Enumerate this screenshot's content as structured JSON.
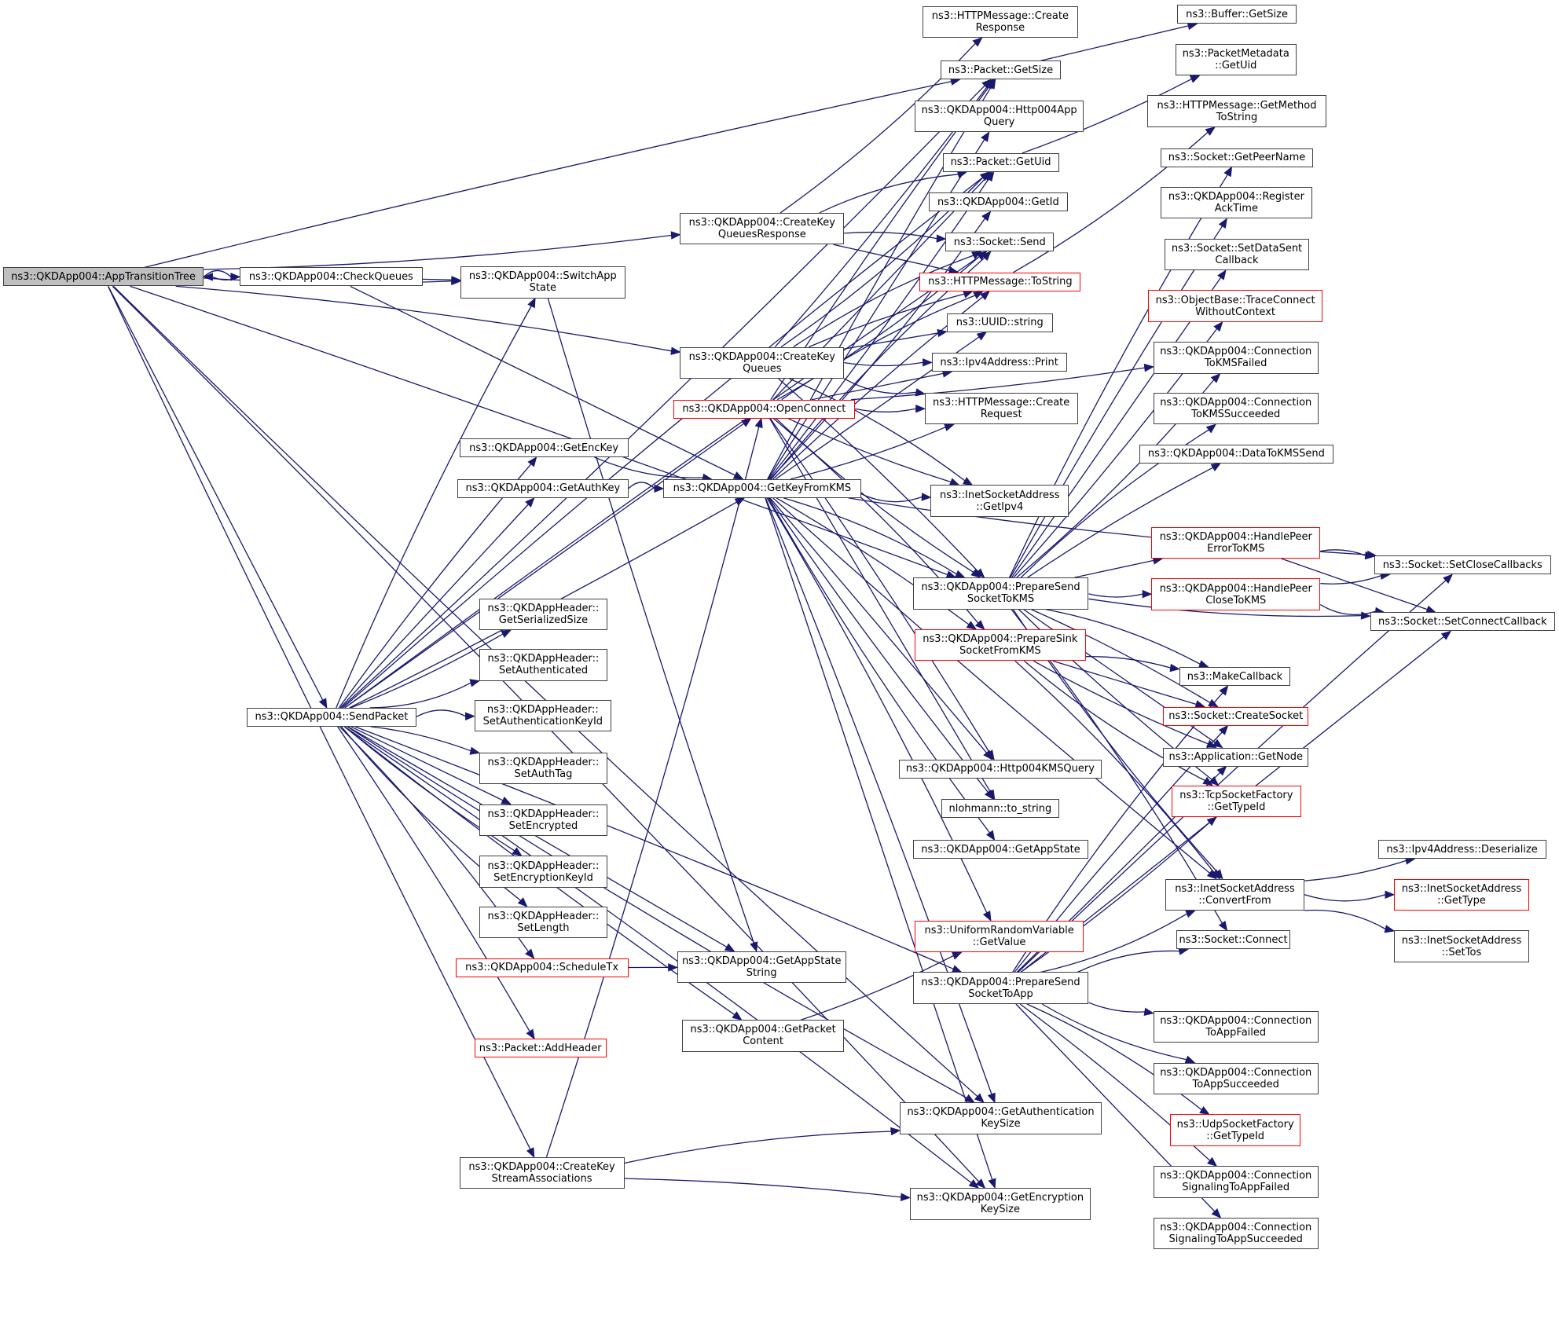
{
  "diagram": {
    "type": "doxygen-call-graph",
    "root": "AppTransitionTree",
    "colors": {
      "edge": "#191970",
      "node_border": "#404040",
      "incomplete_border": "#ff0000",
      "root_fill": "#bfbfbf"
    },
    "nodes": [
      {
        "id": "AppTransitionTree",
        "label": "ns3::QKDApp004::AppTransitionTree",
        "root": true
      },
      {
        "id": "CheckQueues",
        "label": "ns3::QKDApp004::CheckQueues"
      },
      {
        "id": "SwitchAppState",
        "label": "ns3::QKDApp004::SwitchApp\nState"
      },
      {
        "id": "CreateKeyQueuesResponse",
        "label": "ns3::QKDApp004::CreateKey\nQueuesResponse"
      },
      {
        "id": "CreateKeyQueues",
        "label": "ns3::QKDApp004::CreateKey\nQueues"
      },
      {
        "id": "OpenConnect",
        "label": "ns3::QKDApp004::OpenConnect",
        "red": true
      },
      {
        "id": "GetEncKey",
        "label": "ns3::QKDApp004::GetEncKey"
      },
      {
        "id": "GetAuthKey",
        "label": "ns3::QKDApp004::GetAuthKey"
      },
      {
        "id": "GetKeyFromKMS",
        "label": "ns3::QKDApp004::GetKeyFromKMS"
      },
      {
        "id": "SendPacket",
        "label": "ns3::QKDApp004::SendPacket"
      },
      {
        "id": "GetSerializedSize",
        "label": "ns3::QKDAppHeader::\nGetSerializedSize"
      },
      {
        "id": "SetAuthenticated",
        "label": "ns3::QKDAppHeader::\nSetAuthenticated"
      },
      {
        "id": "SetAuthenticationKeyId",
        "label": "ns3::QKDAppHeader::\nSetAuthenticationKeyId"
      },
      {
        "id": "SetAuthTag",
        "label": "ns3::QKDAppHeader::\nSetAuthTag"
      },
      {
        "id": "SetEncrypted",
        "label": "ns3::QKDAppHeader::\nSetEncrypted"
      },
      {
        "id": "SetEncryptionKeyId",
        "label": "ns3::QKDAppHeader::\nSetEncryptionKeyId"
      },
      {
        "id": "SetLength",
        "label": "ns3::QKDAppHeader::\nSetLength"
      },
      {
        "id": "ScheduleTx",
        "label": "ns3::QKDApp004::ScheduleTx",
        "red": true
      },
      {
        "id": "AddHeader",
        "label": "ns3::Packet::AddHeader",
        "red": true
      },
      {
        "id": "CreateKeyStreamAssociations",
        "label": "ns3::QKDApp004::CreateKey\nStreamAssociations"
      },
      {
        "id": "GetAppStateString",
        "label": "ns3::QKDApp004::GetAppState\nString"
      },
      {
        "id": "GetPacketContent",
        "label": "ns3::QKDApp004::GetPacket\nContent"
      },
      {
        "id": "CreateResponse",
        "label": "ns3::HTTPMessage::Create\nResponse"
      },
      {
        "id": "PacketGetSize",
        "label": "ns3::Packet::GetSize"
      },
      {
        "id": "Http004AppQuery",
        "label": "ns3::QKDApp004::Http004App\nQuery"
      },
      {
        "id": "PacketGetUid",
        "label": "ns3::Packet::GetUid"
      },
      {
        "id": "GetId",
        "label": "ns3::QKDApp004::GetId"
      },
      {
        "id": "SocketSend",
        "label": "ns3::Socket::Send"
      },
      {
        "id": "HTTPToString",
        "label": "ns3::HTTPMessage::ToString",
        "red": true
      },
      {
        "id": "UUIDString",
        "label": "ns3::UUID::string"
      },
      {
        "id": "Ipv4Print",
        "label": "ns3::Ipv4Address::Print"
      },
      {
        "id": "CreateRequest",
        "label": "ns3::HTTPMessage::Create\nRequest"
      },
      {
        "id": "GetIpv4",
        "label": "ns3::InetSocketAddress\n::GetIpv4"
      },
      {
        "id": "PrepareSendSocketToKMS",
        "label": "ns3::QKDApp004::PrepareSend\nSocketToKMS"
      },
      {
        "id": "PrepareSinkSocketFromKMS",
        "label": "ns3::QKDApp004::PrepareSink\nSocketFromKMS",
        "red": true
      },
      {
        "id": "Http004KMSQuery",
        "label": "ns3::QKDApp004::Http004KMSQuery"
      },
      {
        "id": "ToStringNl",
        "label": "nlohmann::to_string"
      },
      {
        "id": "GetAppState",
        "label": "ns3::QKDApp004::GetAppState"
      },
      {
        "id": "URVGetValue",
        "label": "ns3::UniformRandomVariable\n::GetValue",
        "red": true
      },
      {
        "id": "PrepareSendSocketToApp",
        "label": "ns3::QKDApp004::PrepareSend\nSocketToApp"
      },
      {
        "id": "GetAuthKeySize",
        "label": "ns3::QKDApp004::GetAuthentication\nKeySize"
      },
      {
        "id": "GetEncKeySize",
        "label": "ns3::QKDApp004::GetEncryption\nKeySize"
      },
      {
        "id": "BufferGetSize",
        "label": "ns3::Buffer::GetSize"
      },
      {
        "id": "MetadataGetUid",
        "label": "ns3::PacketMetadata\n::GetUid"
      },
      {
        "id": "GetMethodToString",
        "label": "ns3::HTTPMessage::GetMethod\nToString"
      },
      {
        "id": "GetPeerName",
        "label": "ns3::Socket::GetPeerName"
      },
      {
        "id": "RegisterAckTime",
        "label": "ns3::QKDApp004::Register\nAckTime"
      },
      {
        "id": "SetDataSentCallback",
        "label": "ns3::Socket::SetDataSent\nCallback"
      },
      {
        "id": "TraceConnect",
        "label": "ns3::ObjectBase::TraceConnect\nWithoutContext",
        "red": true
      },
      {
        "id": "ConnToKMSFailed",
        "label": "ns3::QKDApp004::Connection\nToKMSFailed"
      },
      {
        "id": "ConnToKMSSucceeded",
        "label": "ns3::QKDApp004::Connection\nToKMSSucceeded"
      },
      {
        "id": "DataToKMSSend",
        "label": "ns3::QKDApp004::DataToKMSSend"
      },
      {
        "id": "HandlePeerError",
        "label": "ns3::QKDApp004::HandlePeer\nErrorToKMS",
        "red": true
      },
      {
        "id": "HandlePeerClose",
        "label": "ns3::QKDApp004::HandlePeer\nCloseToKMS",
        "red": true
      },
      {
        "id": "MakeCallback",
        "label": "ns3::MakeCallback"
      },
      {
        "id": "CreateSocket",
        "label": "ns3::Socket::CreateSocket",
        "red": true
      },
      {
        "id": "GetNode",
        "label": "ns3::Application::GetNode"
      },
      {
        "id": "TcpGetTypeId",
        "label": "ns3::TcpSocketFactory\n::GetTypeId",
        "red": true
      },
      {
        "id": "ConvertFrom",
        "label": "ns3::InetSocketAddress\n::ConvertFrom"
      },
      {
        "id": "SocketConnect",
        "label": "ns3::Socket::Connect"
      },
      {
        "id": "ConnToAppFailed",
        "label": "ns3::QKDApp004::Connection\nToAppFailed"
      },
      {
        "id": "ConnToAppSucceeded",
        "label": "ns3::QKDApp004::Connection\nToAppSucceeded"
      },
      {
        "id": "UdpGetTypeId",
        "label": "ns3::UdpSocketFactory\n::GetTypeId",
        "red": true
      },
      {
        "id": "ConnSigFailed",
        "label": "ns3::QKDApp004::Connection\nSignalingToAppFailed"
      },
      {
        "id": "ConnSigSucceeded",
        "label": "ns3::QKDApp004::Connection\nSignalingToAppSucceeded"
      },
      {
        "id": "SetCloseCallbacks",
        "label": "ns3::Socket::SetCloseCallbacks"
      },
      {
        "id": "SetConnectCallback",
        "label": "ns3::Socket::SetConnectCallback"
      },
      {
        "id": "Ipv4Deserialize",
        "label": "ns3::Ipv4Address::Deserialize"
      },
      {
        "id": "InetGetType",
        "label": "ns3::InetSocketAddress\n::GetType",
        "red": true
      },
      {
        "id": "InetSetTos",
        "label": "ns3::InetSocketAddress\n::SetTos"
      }
    ],
    "edges": [
      [
        "AppTransitionTree",
        "CheckQueues"
      ],
      [
        "CheckQueues",
        "AppTransitionTree"
      ],
      [
        "CheckQueues",
        "SwitchAppState"
      ],
      [
        "AppTransitionTree",
        "SwitchAppState"
      ],
      [
        "AppTransitionTree",
        "CreateKeyQueuesResponse"
      ],
      [
        "AppTransitionTree",
        "CreateKeyQueues"
      ],
      [
        "AppTransitionTree",
        "PacketGetSize"
      ],
      [
        "AppTransitionTree",
        "SendPacket"
      ],
      [
        "AppTransitionTree",
        "CreateKeyStreamAssociations"
      ],
      [
        "AppTransitionTree",
        "GetAuthKeySize"
      ],
      [
        "AppTransitionTree",
        "GetEncKeySize"
      ],
      [
        "AppTransitionTree",
        "PrepareSendSocketToKMS"
      ],
      [
        "CheckQueues",
        "GetKeyFromKMS"
      ],
      [
        "SwitchAppState",
        "GetAppStateString"
      ],
      [
        "CreateKeyQueuesResponse",
        "CreateResponse"
      ],
      [
        "CreateKeyQueuesResponse",
        "PacketGetUid"
      ],
      [
        "CreateKeyQueuesResponse",
        "SocketSend"
      ],
      [
        "CreateKeyQueuesResponse",
        "HTTPToString"
      ],
      [
        "CreateKeyQueues",
        "PacketGetSize"
      ],
      [
        "CreateKeyQueues",
        "PacketGetUid"
      ],
      [
        "CreateKeyQueues",
        "SocketSend"
      ],
      [
        "CreateKeyQueues",
        "HTTPToString"
      ],
      [
        "CreateKeyQueues",
        "UUIDString"
      ],
      [
        "CreateKeyQueues",
        "Ipv4Print"
      ],
      [
        "CreateKeyQueues",
        "CreateRequest"
      ],
      [
        "CreateKeyQueues",
        "GetIpv4"
      ],
      [
        "CreateKeyQueues",
        "PrepareSendSocketToKMS"
      ],
      [
        "OpenConnect",
        "Ipv4Print"
      ],
      [
        "OpenConnect",
        "CreateRequest"
      ],
      [
        "OpenConnect",
        "SocketSend"
      ],
      [
        "OpenConnect",
        "HTTPToString"
      ],
      [
        "OpenConnect",
        "PacketGetSize"
      ],
      [
        "OpenConnect",
        "PacketGetUid"
      ],
      [
        "OpenConnect",
        "GetIpv4"
      ],
      [
        "OpenConnect",
        "PrepareSendSocketToKMS"
      ],
      [
        "OpenConnect",
        "PrepareSinkSocketFromKMS"
      ],
      [
        "OpenConnect",
        "Http004KMSQuery"
      ],
      [
        "OpenConnect",
        "ToStringNl"
      ],
      [
        "OpenConnect",
        "ConnToKMSFailed"
      ],
      [
        "GetEncKey",
        "GetKeyFromKMS"
      ],
      [
        "GetAuthKey",
        "GetKeyFromKMS"
      ],
      [
        "GetKeyFromKMS",
        "PacketGetSize"
      ],
      [
        "GetKeyFromKMS",
        "Http004AppQuery"
      ],
      [
        "GetKeyFromKMS",
        "PacketGetUid"
      ],
      [
        "GetKeyFromKMS",
        "GetId"
      ],
      [
        "GetKeyFromKMS",
        "SocketSend"
      ],
      [
        "GetKeyFromKMS",
        "HTTPToString"
      ],
      [
        "GetKeyFromKMS",
        "UUIDString"
      ],
      [
        "GetKeyFromKMS",
        "CreateRequest"
      ],
      [
        "GetKeyFromKMS",
        "GetIpv4"
      ],
      [
        "GetKeyFromKMS",
        "PrepareSendSocketToKMS"
      ],
      [
        "GetKeyFromKMS",
        "PrepareSinkSocketFromKMS"
      ],
      [
        "GetKeyFromKMS",
        "Http004KMSQuery"
      ],
      [
        "GetKeyFromKMS",
        "ToStringNl"
      ],
      [
        "GetKeyFromKMS",
        "GetAppState"
      ],
      [
        "GetKeyFromKMS",
        "URVGetValue"
      ],
      [
        "GetKeyFromKMS",
        "GetAuthKeySize"
      ],
      [
        "GetKeyFromKMS",
        "GetEncKeySize"
      ],
      [
        "GetKeyFromKMS",
        "ConvertFrom"
      ],
      [
        "GetKeyFromKMS",
        "SetCloseCallbacks"
      ],
      [
        "SendPacket",
        "SwitchAppState"
      ],
      [
        "SendPacket",
        "GetEncKey"
      ],
      [
        "SendPacket",
        "GetAuthKey"
      ],
      [
        "SendPacket",
        "GetKeyFromKMS"
      ],
      [
        "SendPacket",
        "PacketGetSize"
      ],
      [
        "SendPacket",
        "PacketGetUid"
      ],
      [
        "SendPacket",
        "SocketSend"
      ],
      [
        "SendPacket",
        "OpenConnect"
      ],
      [
        "SendPacket",
        "GetSerializedSize"
      ],
      [
        "SendPacket",
        "SetAuthenticated"
      ],
      [
        "SendPacket",
        "SetAuthenticationKeyId"
      ],
      [
        "SendPacket",
        "SetAuthTag"
      ],
      [
        "SendPacket",
        "SetEncrypted"
      ],
      [
        "SendPacket",
        "SetEncryptionKeyId"
      ],
      [
        "SendPacket",
        "SetLength"
      ],
      [
        "SendPacket",
        "ScheduleTx"
      ],
      [
        "SendPacket",
        "AddHeader"
      ],
      [
        "SendPacket",
        "GetAppStateString"
      ],
      [
        "SendPacket",
        "GetPacketContent"
      ],
      [
        "SendPacket",
        "GetAuthKeySize"
      ],
      [
        "SendPacket",
        "GetEncKeySize"
      ],
      [
        "SendPacket",
        "PrepareSendSocketToApp"
      ],
      [
        "ScheduleTx",
        "GetAppStateString"
      ],
      [
        "GetPacketContent",
        "URVGetValue"
      ],
      [
        "CreateKeyStreamAssociations",
        "OpenConnect"
      ],
      [
        "CreateKeyStreamAssociations",
        "GetAuthKeySize"
      ],
      [
        "CreateKeyStreamAssociations",
        "GetEncKeySize"
      ],
      [
        "PacketGetSize",
        "BufferGetSize"
      ],
      [
        "PacketGetUid",
        "MetadataGetUid"
      ],
      [
        "HTTPToString",
        "GetMethodToString"
      ],
      [
        "PrepareSendSocketToKMS",
        "GetPeerName"
      ],
      [
        "PrepareSendSocketToKMS",
        "RegisterAckTime"
      ],
      [
        "PrepareSendSocketToKMS",
        "SetDataSentCallback"
      ],
      [
        "PrepareSendSocketToKMS",
        "TraceConnect"
      ],
      [
        "PrepareSendSocketToKMS",
        "ConnToKMSFailed"
      ],
      [
        "PrepareSendSocketToKMS",
        "ConnToKMSSucceeded"
      ],
      [
        "PrepareSendSocketToKMS",
        "DataToKMSSend"
      ],
      [
        "PrepareSendSocketToKMS",
        "HandlePeerError"
      ],
      [
        "PrepareSendSocketToKMS",
        "HandlePeerClose"
      ],
      [
        "PrepareSendSocketToKMS",
        "SetConnectCallback"
      ],
      [
        "PrepareSendSocketToKMS",
        "MakeCallback"
      ],
      [
        "PrepareSendSocketToKMS",
        "CreateSocket"
      ],
      [
        "PrepareSendSocketToKMS",
        "GetNode"
      ],
      [
        "PrepareSendSocketToKMS",
        "TcpGetTypeId"
      ],
      [
        "PrepareSendSocketToKMS",
        "ConvertFrom"
      ],
      [
        "PrepareSendSocketToKMS",
        "SocketConnect"
      ],
      [
        "PrepareSinkSocketFromKMS",
        "MakeCallback"
      ],
      [
        "PrepareSinkSocketFromKMS",
        "CreateSocket"
      ],
      [
        "PrepareSinkSocketFromKMS",
        "GetNode"
      ],
      [
        "PrepareSinkSocketFromKMS",
        "TcpGetTypeId"
      ],
      [
        "PrepareSinkSocketFromKMS",
        "ConvertFrom"
      ],
      [
        "HandlePeerError",
        "SetCloseCallbacks"
      ],
      [
        "HandlePeerError",
        "SetConnectCallback"
      ],
      [
        "HandlePeerClose",
        "SetCloseCallbacks"
      ],
      [
        "HandlePeerClose",
        "SetConnectCallback"
      ],
      [
        "PrepareSendSocketToApp",
        "MakeCallback"
      ],
      [
        "PrepareSendSocketToApp",
        "CreateSocket"
      ],
      [
        "PrepareSendSocketToApp",
        "GetNode"
      ],
      [
        "PrepareSendSocketToApp",
        "TcpGetTypeId"
      ],
      [
        "PrepareSendSocketToApp",
        "ConvertFrom"
      ],
      [
        "PrepareSendSocketToApp",
        "SocketConnect"
      ],
      [
        "PrepareSendSocketToApp",
        "SetCloseCallbacks"
      ],
      [
        "PrepareSendSocketToApp",
        "SetConnectCallback"
      ],
      [
        "PrepareSendSocketToApp",
        "ConnToAppFailed"
      ],
      [
        "PrepareSendSocketToApp",
        "ConnToAppSucceeded"
      ],
      [
        "PrepareSendSocketToApp",
        "UdpGetTypeId"
      ],
      [
        "PrepareSendSocketToApp",
        "ConnSigFailed"
      ],
      [
        "PrepareSendSocketToApp",
        "ConnSigSucceeded"
      ],
      [
        "ConvertFrom",
        "Ipv4Deserialize"
      ],
      [
        "ConvertFrom",
        "InetGetType"
      ],
      [
        "ConvertFrom",
        "InetSetTos"
      ]
    ]
  }
}
